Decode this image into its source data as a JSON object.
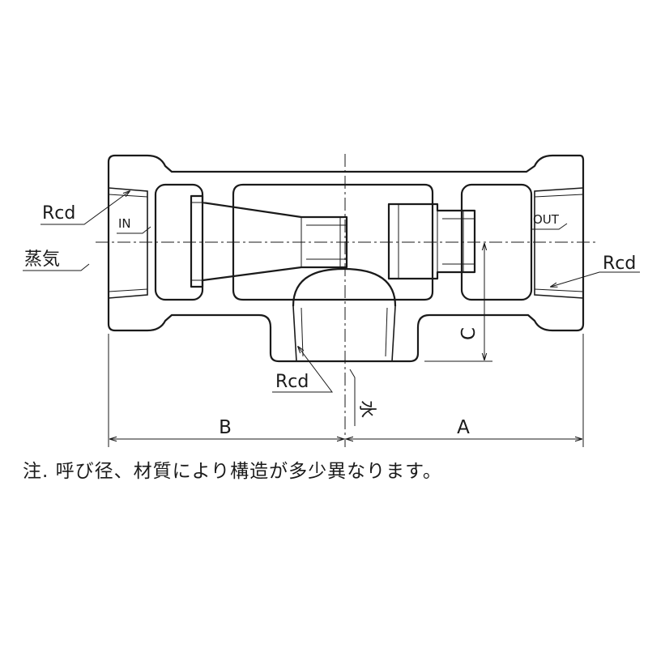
{
  "drawing": {
    "port_labels": {
      "rcd_left": "Rcd",
      "rcd_right": "Rcd",
      "rcd_bottom": "Rcd",
      "inlet": "IN",
      "outlet": "OUT"
    },
    "fluid_labels": {
      "steam": "蒸気",
      "water": "水"
    },
    "dimensions": {
      "a": "A",
      "b": "B",
      "c": "C"
    },
    "note": "注. 呼び径、材質により構造が多少異なります。"
  }
}
